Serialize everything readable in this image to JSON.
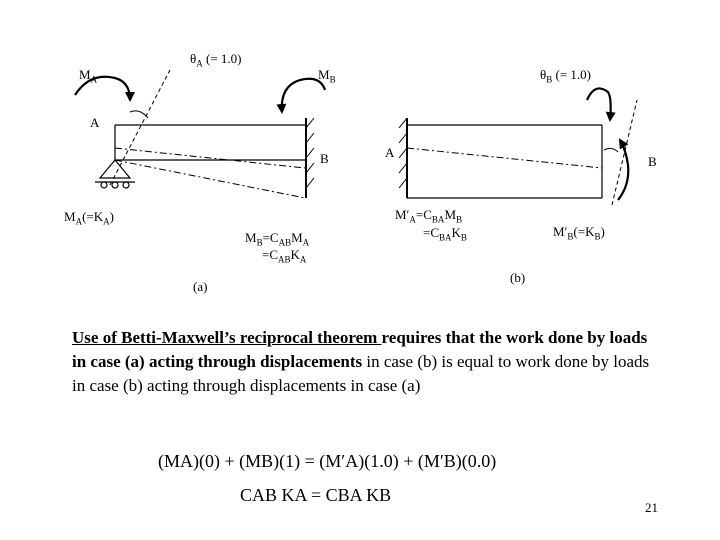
{
  "fig_a": {
    "theta_a_label": "θA (= 1.0)",
    "theta_a_sym": "θ",
    "theta_a_sub": "A",
    "theta_a_rest": " (= 1.0)",
    "ma_top": "M",
    "ma_top_sub": "A",
    "mb_top": "M",
    "mb_top_sub": "B",
    "point_a": "A",
    "point_b": "B",
    "ma_bottom_pre": "M",
    "ma_bottom_sub": "A",
    "ma_bottom_mid": "(=K",
    "ma_bottom_sub2": "A",
    "ma_bottom_post": ")",
    "mb_eq_l1_pre": "M",
    "mb_eq_l1_sub1": "B",
    "mb_eq_l1_mid": "=C",
    "mb_eq_l1_sub2": "AB",
    "mb_eq_l1_mid2": "M",
    "mb_eq_l1_sub3": "A",
    "mb_eq_l2_pre": "=C",
    "mb_eq_l2_sub1": "AB",
    "mb_eq_l2_mid": "K",
    "mb_eq_l2_sub2": "A",
    "caption": "(a)"
  },
  "fig_b": {
    "theta_b_sym": "θ",
    "theta_b_sub": "B",
    "theta_b_rest": " (= 1.0)",
    "point_a": "A",
    "point_b": "B",
    "ma_eq_l1_pre": "M′",
    "ma_eq_l1_sub1": "A",
    "ma_eq_l1_mid": "=C",
    "ma_eq_l1_sub2": "BA",
    "ma_eq_l1_mid2": "M",
    "ma_eq_l1_sub3": "B",
    "ma_eq_l2_pre": "=C",
    "ma_eq_l2_sub1": "BA",
    "ma_eq_l2_mid": "K",
    "ma_eq_l2_sub2": "B",
    "mb_pre": "M′",
    "mb_sub": "B",
    "mb_mid": "(=K",
    "mb_sub2": "B",
    "mb_post": ")",
    "caption": "(b)"
  },
  "paragraph": {
    "underlined": "Use of Betti-Maxwell’s reciprocal theorem ",
    "bold1": "requires that the work done by loads in case (a) acting through displacements",
    "normal1": " in case (b) is equal to work done by loads in case (b) acting through displacements in case (a)"
  },
  "equation1": "(MA)(0) + (MB)(1) = (M′A)(1.0) + (M′B)(0.0)",
  "equation2": "CAB KA = CBA KB",
  "page_number": "21"
}
